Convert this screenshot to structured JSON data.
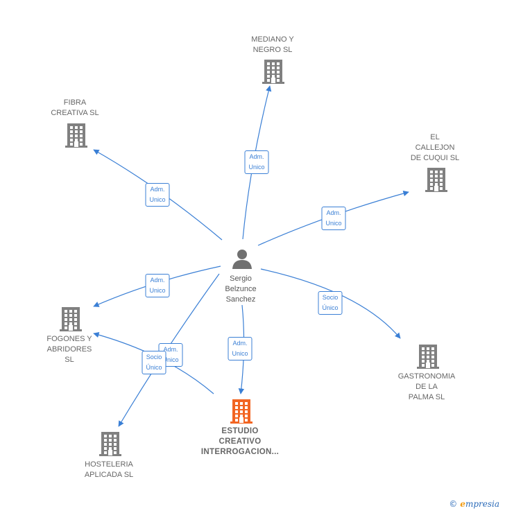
{
  "colors": {
    "edge": "#3a7fd5",
    "company": "#808080",
    "company_main": "#f26522",
    "person": "#707070"
  },
  "person": {
    "label_lines": [
      "Sergio",
      "Belzunce",
      "Sanchez"
    ],
    "icon": "person-icon"
  },
  "companies": [
    {
      "id": "mediano",
      "label_lines": [
        "MEDIANO Y",
        "NEGRO  SL"
      ],
      "icon": "building-icon",
      "main": false
    },
    {
      "id": "fibra",
      "label_lines": [
        "FIBRA",
        "CREATIVA  SL"
      ],
      "icon": "building-icon",
      "main": false
    },
    {
      "id": "callejon",
      "label_lines": [
        "EL",
        "CALLEJON",
        "DE CUQUI  SL"
      ],
      "icon": "building-icon",
      "main": false
    },
    {
      "id": "fogones",
      "label_lines": [
        "FOGONES Y",
        "ABRIDORES",
        "SL"
      ],
      "icon": "building-icon",
      "main": false
    },
    {
      "id": "gastronomia",
      "label_lines": [
        "GASTRONOMIA",
        "DE LA",
        "PALMA SL"
      ],
      "icon": "building-icon",
      "main": false
    },
    {
      "id": "estudio",
      "label_lines": [
        "ESTUDIO",
        "CREATIVO",
        "INTERROGACION..."
      ],
      "icon": "building-icon",
      "main": true
    },
    {
      "id": "hosteleria",
      "label_lines": [
        "HOSTELERIA",
        "APLICADA  SL"
      ],
      "icon": "building-icon",
      "main": false
    }
  ],
  "edges": [
    {
      "to": "mediano",
      "label_lines": [
        "Adm.",
        "Unico"
      ]
    },
    {
      "to": "fibra",
      "label_lines": [
        "Adm.",
        "Unico"
      ]
    },
    {
      "to": "callejon",
      "label_lines": [
        "Adm.",
        "Unico"
      ]
    },
    {
      "to": "fogones",
      "label_lines": [
        "Adm.",
        "Unico"
      ]
    },
    {
      "to": "gastronomia",
      "label_lines": [
        "Socio",
        "Único"
      ]
    },
    {
      "to": "estudio",
      "label_lines": [
        "Adm.",
        "Unico"
      ]
    },
    {
      "to": "fogones",
      "label_lines": [
        "Adm.",
        "Unico"
      ]
    },
    {
      "to": "hosteleria",
      "label_lines": [
        "Socio",
        "Único"
      ]
    }
  ],
  "footer": {
    "copyright_symbol": "©",
    "brand_initial": "e",
    "brand_rest": "mpresia"
  }
}
